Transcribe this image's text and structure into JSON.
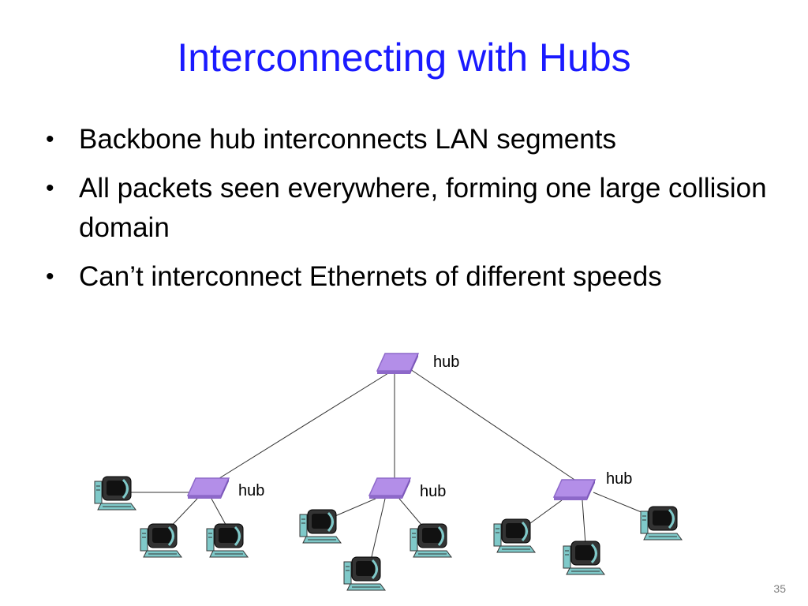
{
  "slide": {
    "title": "Interconnecting with Hubs",
    "page_number": "35"
  },
  "bullets": [
    "Backbone hub interconnects LAN segments",
    "All packets seen everywhere, forming one large collision domain",
    "Can’t interconnect Ethernets of different speeds"
  ],
  "diagram": {
    "labels": {
      "backbone_hub": "hub",
      "hub_left": "hub",
      "hub_middle": "hub",
      "hub_right": "hub"
    },
    "colors": {
      "hub_fill": "#b38ee8",
      "hub_edge": "#8d68c9",
      "link": "#333333",
      "monitor": "#333333",
      "screen": "#111111",
      "tower": "#7fc9c9"
    }
  }
}
